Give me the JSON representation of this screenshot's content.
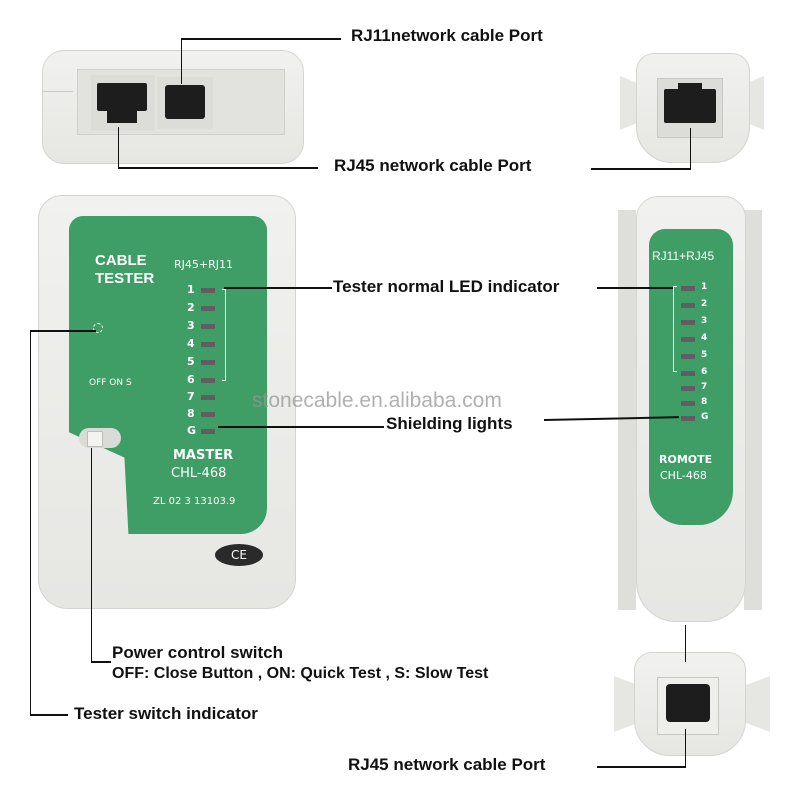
{
  "callouts": {
    "rj11_port": "RJ11network cable Port",
    "rj45_port_top": "RJ45 network cable Port",
    "led_indicator": "Tester normal LED indicator",
    "shielding": "Shielding lights",
    "power_switch_title": "Power control switch",
    "power_switch_desc": "OFF: Close Button , ON: Quick Test , S: Slow Test",
    "switch_indicator": "Tester switch indicator",
    "rj45_port_bottom": "RJ45 network cable Port"
  },
  "master": {
    "title_line1": "CABLE",
    "title_line2": "TESTER",
    "ports_label": "RJ45+RJ11",
    "switch_positions": "OFF ON S",
    "led_labels": [
      "1",
      "2",
      "3",
      "4",
      "5",
      "6",
      "7",
      "8",
      "G"
    ],
    "model_name": "MASTER",
    "model_number": "CHL-468",
    "serial": "ZL 02 3 13103.9",
    "cert_mark": "CE"
  },
  "remote": {
    "ports_label": "RJ11+RJ45",
    "led_labels": [
      "1",
      "2",
      "3",
      "4",
      "5",
      "6",
      "7",
      "8",
      "G"
    ],
    "model_name": "ROMOTE",
    "model_number": "CHL-468"
  },
  "watermark": "stonecable.en.alibaba.com",
  "colors": {
    "panel_green": "#3f9e65",
    "body_gray": "#e8e8e5",
    "led_off": "#5e5e5e"
  }
}
